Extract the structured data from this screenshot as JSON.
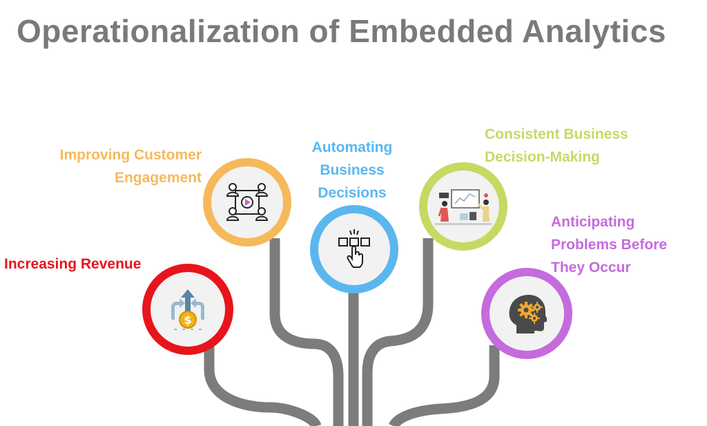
{
  "title": "Operationalization of Embedded Analytics",
  "colors": {
    "title": "#7a7a7a",
    "stem": "#7c7c7c",
    "customer": "#f5b95a",
    "automating": "#5ab7ee",
    "consistent": "#c5da62",
    "revenue": "#e8141c",
    "anticipating": "#c46bdd"
  },
  "items": {
    "customer": {
      "lines": [
        "Improving Customer",
        "Engagement"
      ],
      "icon": "video-team-icon"
    },
    "automating": {
      "lines": [
        "Automating",
        "Business",
        "Decisions"
      ],
      "icon": "hand-click-icon"
    },
    "consistent": {
      "lines": [
        "Consistent Business",
        "Decision-Making"
      ],
      "icon": "team-presentation-icon"
    },
    "revenue": {
      "lines": [
        "Increasing Revenue"
      ],
      "icon": "money-arrows-icon"
    },
    "anticipating": {
      "lines": [
        "Anticipating",
        "Problems Before",
        "They Occur"
      ],
      "icon": "head-gears-icon"
    }
  }
}
